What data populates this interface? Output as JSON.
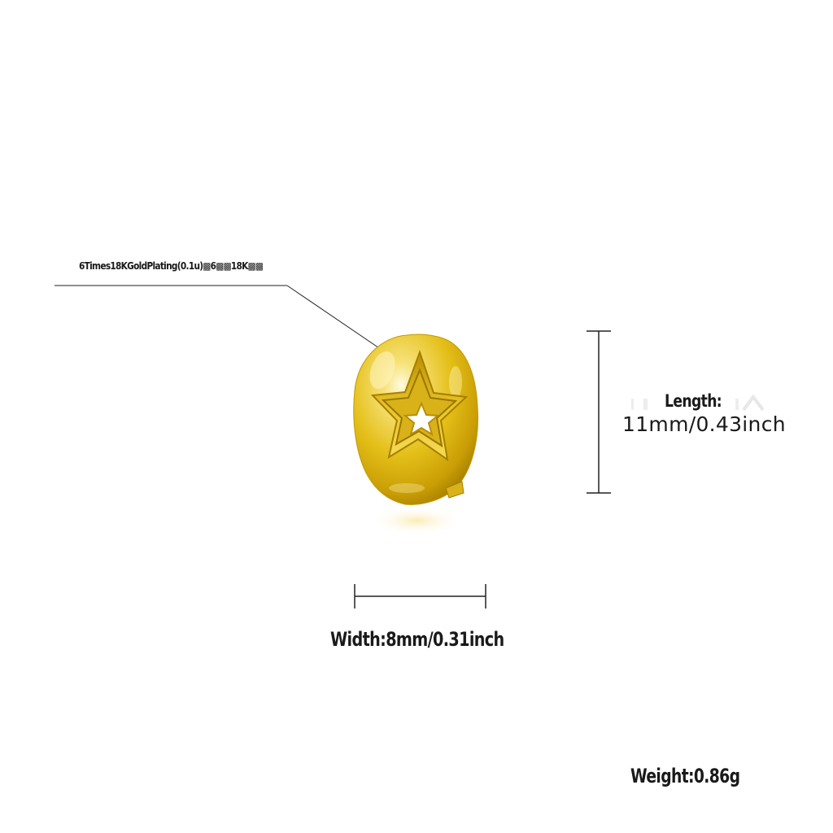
{
  "callout": {
    "label": "6Times18KGoldPlating(0.1u)▩6▩▩18K▩▩"
  },
  "dimensions": {
    "length_title": "Length:",
    "length_value": "11mm/0.43inch",
    "width": "Width:8mm/0.31inch",
    "weight": "Weight:0.86g"
  },
  "product": {
    "icon": "star-cutout-gold-grill-icon",
    "colors": {
      "gold_light": "#f7e27a",
      "gold_mid": "#e4bf18",
      "gold_dark": "#b88f00",
      "line": "#222222"
    }
  }
}
